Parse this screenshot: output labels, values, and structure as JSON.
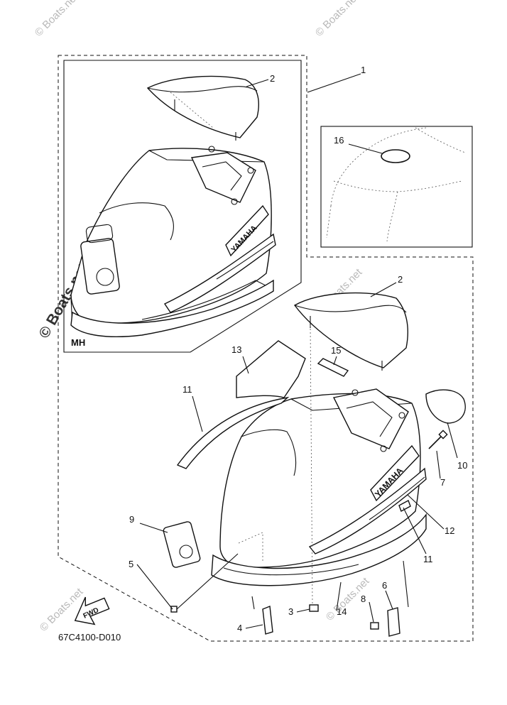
{
  "diagram": {
    "inset_label": "MH",
    "fwd_label": "FWD",
    "diagram_code": "67C4100-D010",
    "decal_text": "YAMAHA",
    "watermark": "© Boats.net",
    "callouts": [
      {
        "id": "c1",
        "text": "1"
      },
      {
        "id": "c2a",
        "text": "2"
      },
      {
        "id": "c2b",
        "text": "2"
      },
      {
        "id": "c3",
        "text": "3"
      },
      {
        "id": "c4",
        "text": "4"
      },
      {
        "id": "c5",
        "text": "5"
      },
      {
        "id": "c6",
        "text": "6"
      },
      {
        "id": "c7",
        "text": "7"
      },
      {
        "id": "c8",
        "text": "8"
      },
      {
        "id": "c9",
        "text": "9"
      },
      {
        "id": "c10",
        "text": "10"
      },
      {
        "id": "c11a",
        "text": "11"
      },
      {
        "id": "c11b",
        "text": "11"
      },
      {
        "id": "c12",
        "text": "12"
      },
      {
        "id": "c13",
        "text": "13"
      },
      {
        "id": "c14",
        "text": "14"
      },
      {
        "id": "c15",
        "text": "15"
      },
      {
        "id": "c16",
        "text": "16"
      }
    ]
  }
}
